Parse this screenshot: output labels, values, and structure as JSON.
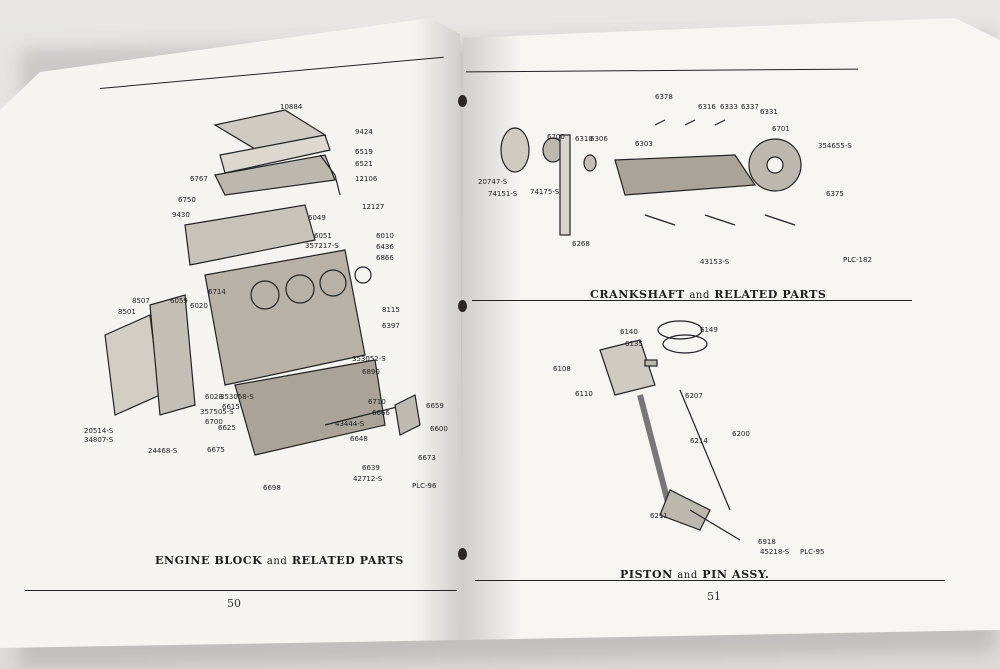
{
  "left_page": {
    "caption": {
      "a": "ENGINE BLOCK",
      "b": "and",
      "c": "RELATED PARTS"
    },
    "page_number": "50",
    "plate_id": "PLC-96",
    "part_numbers": [
      "10884",
      "9424",
      "6519",
      "6521",
      "6767",
      "12106",
      "6750",
      "12127",
      "9430",
      "6049",
      "6051",
      "357217-S",
      "6010",
      "6436",
      "6866",
      "8501",
      "8507",
      "6059",
      "6020",
      "6714",
      "8115",
      "6397",
      "353052-S",
      "6890",
      "6028",
      "353058-S",
      "6615",
      "357505-S",
      "6700",
      "6710",
      "6666",
      "6659",
      "6600",
      "6625",
      "20514-S",
      "34807-S",
      "24468-S",
      "43444-S",
      "6648",
      "6673",
      "6675",
      "6639",
      "42712-S",
      "6698"
    ]
  },
  "right_page": {
    "top_caption": {
      "a": "CRANKSHAFT",
      "b": "and",
      "c": "RELATED PARTS"
    },
    "bottom_caption": {
      "a": "PISTON",
      "b": "and",
      "c": "PIN ASSY."
    },
    "page_number": "51",
    "plate_ids": [
      "PLC-182",
      "PLC-95"
    ],
    "crank_part_numbers": [
      "6378",
      "6316",
      "6700",
      "6310",
      "6306",
      "6303",
      "6333",
      "6337",
      "6331",
      "6701",
      "354655-S",
      "20747-S",
      "74151-S",
      "74175-S",
      "6375",
      "6268",
      "43153-S"
    ],
    "piston_part_numbers": [
      "6140",
      "6135",
      "6149",
      "6108",
      "6110",
      "6200",
      "6211",
      "6214",
      "6207",
      "6918",
      "45218-S"
    ]
  }
}
